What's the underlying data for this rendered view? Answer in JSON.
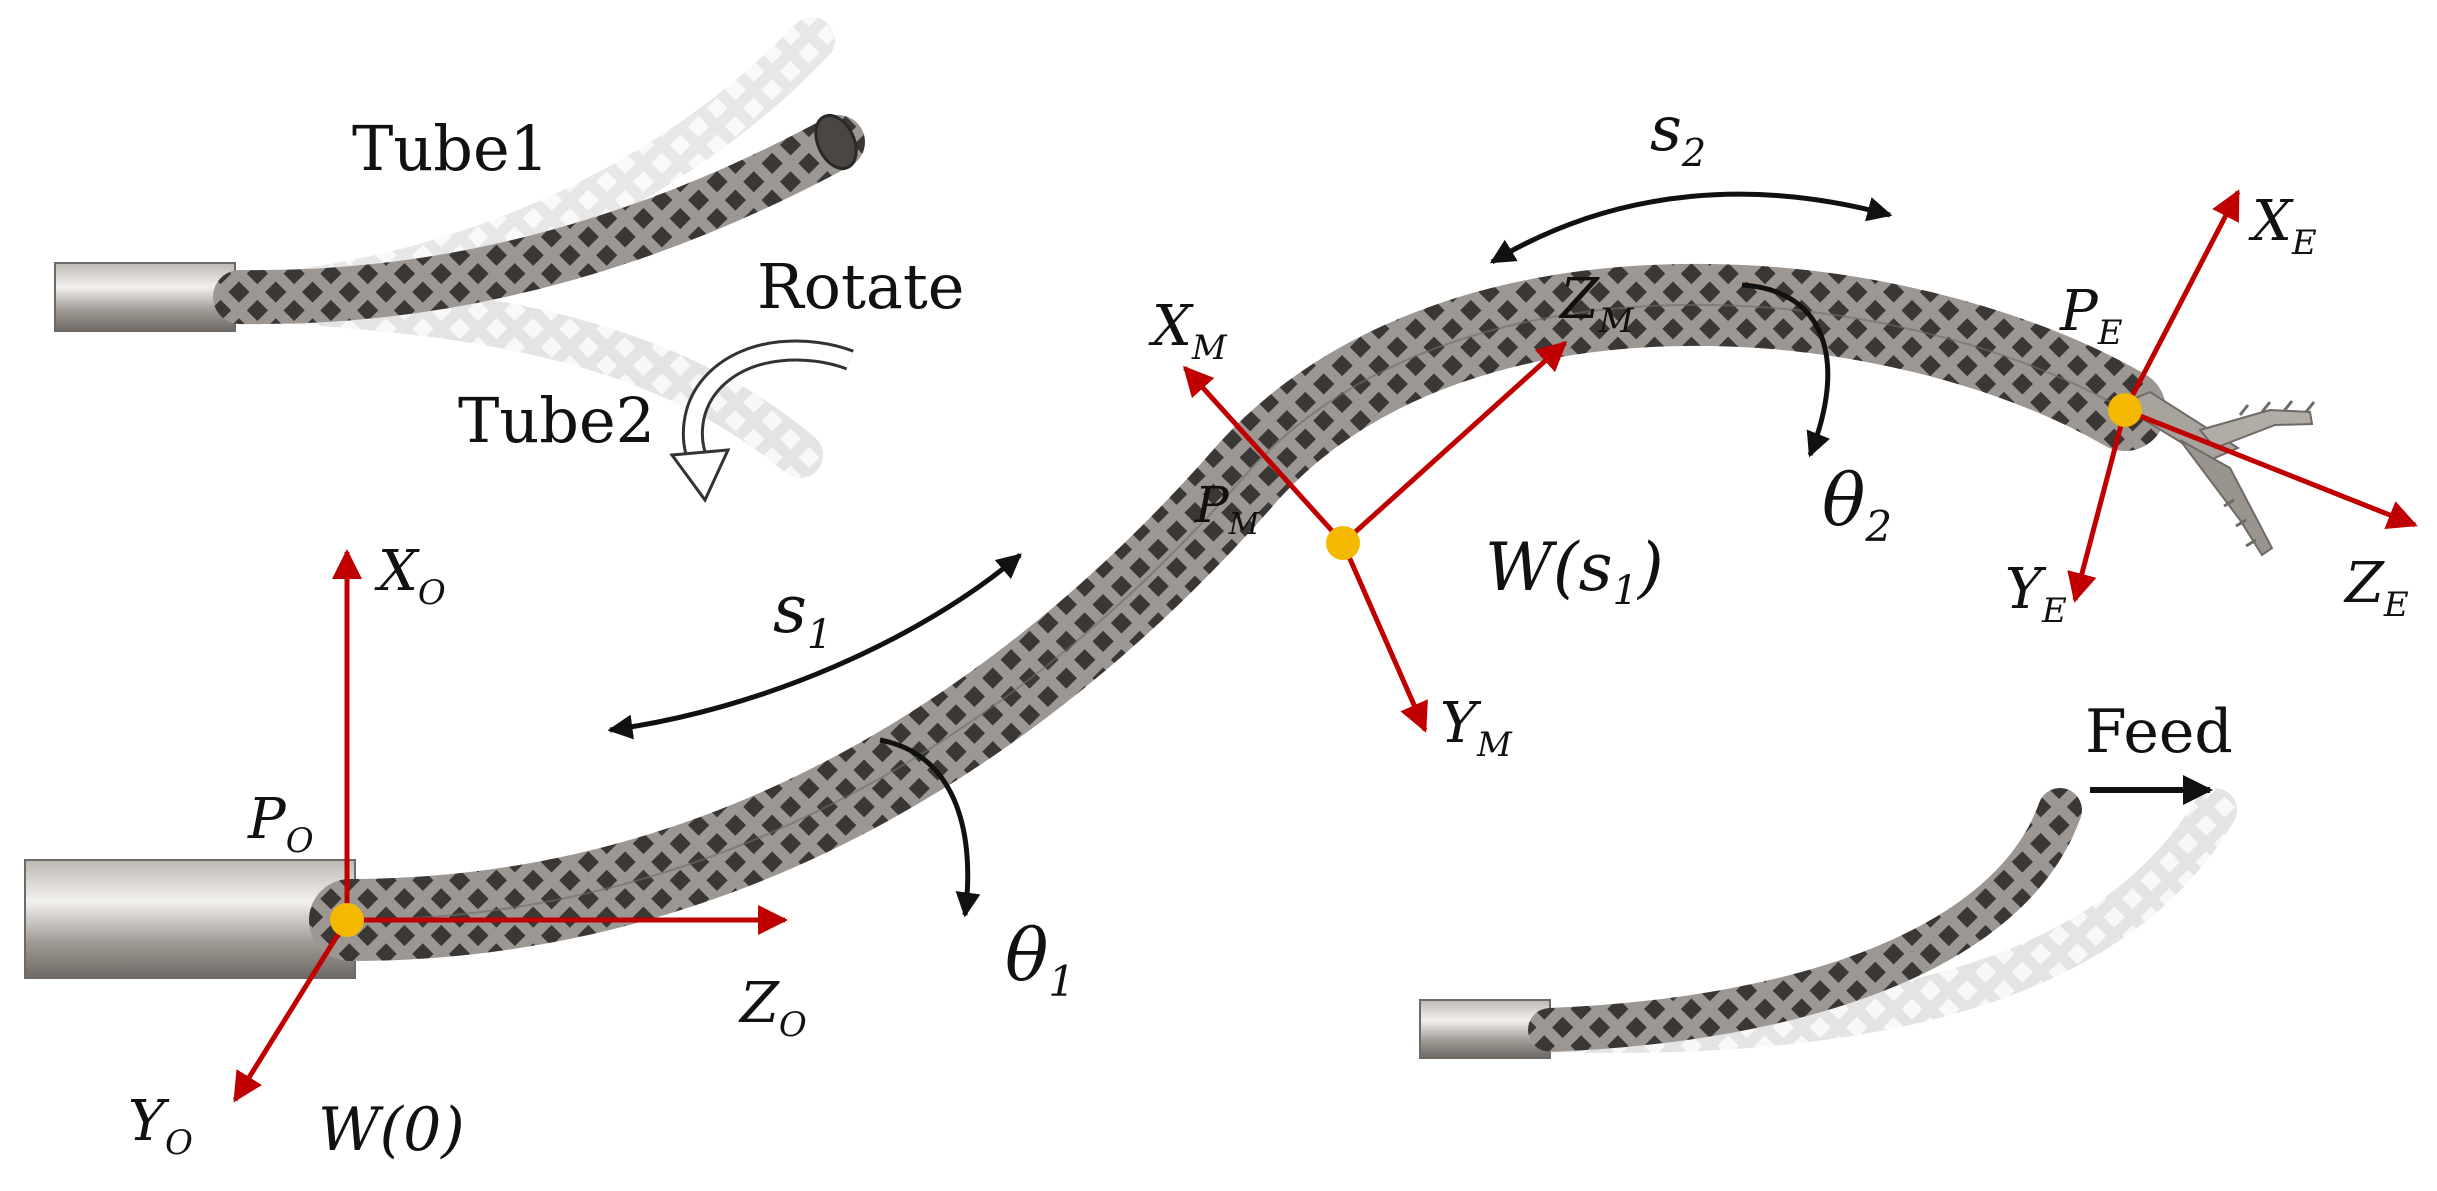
{
  "labels": {
    "tube1": "Tube1",
    "tube2": "Tube2",
    "rotate": "Rotate",
    "feed": "Feed",
    "s1_main": "s",
    "s1_sub": "1",
    "s2_main": "s",
    "s2_sub": "2",
    "theta1_main": "θ",
    "theta1_sub": "1",
    "theta2_main": "θ",
    "theta2_sub": "2",
    "w0": "W(0)",
    "ws1_open": "W(s",
    "ws1_sub": "1",
    "ws1_close": ")"
  },
  "frames": {
    "origin": {
      "point_main": "P",
      "point_sub": "O",
      "x_main": "X",
      "x_sub": "O",
      "y_main": "Y",
      "y_sub": "O",
      "z_main": "Z",
      "z_sub": "O"
    },
    "middle": {
      "point_main": "P",
      "point_sub": "M",
      "x_main": "X",
      "x_sub": "M",
      "y_main": "Y",
      "y_sub": "M",
      "z_main": "Z",
      "z_sub": "M"
    },
    "end": {
      "point_main": "P",
      "point_sub": "E",
      "x_main": "X",
      "x_sub": "E",
      "y_main": "Y",
      "y_sub": "E",
      "z_main": "Z",
      "z_sub": "E"
    }
  },
  "colors": {
    "axis": "#c00000",
    "point": "#f5b800",
    "tube_dark": "#8a8580",
    "tube_light": "#d9d9d9",
    "arrow": "#111111"
  }
}
